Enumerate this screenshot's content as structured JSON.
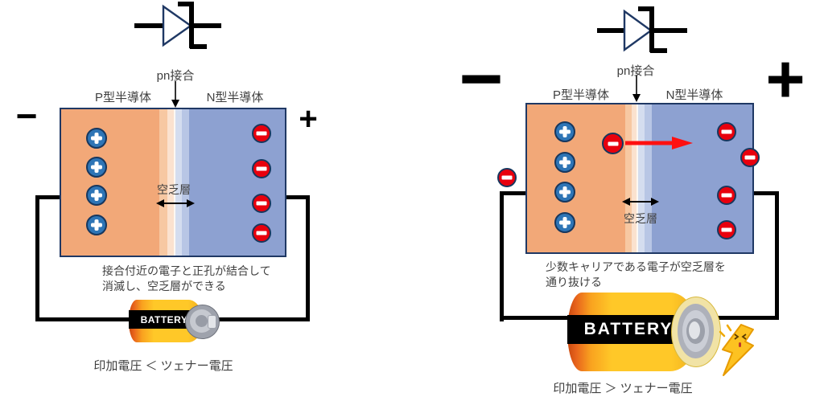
{
  "left": {
    "pn_junction_label": "pn接合",
    "p_type_label": "P型半導体",
    "n_type_label": "N型半導体",
    "minus_terminal": "−",
    "plus_terminal": "+",
    "depletion_label": "空乏層",
    "note_line1": "接合付近の電子と正孔が結合して",
    "note_line2": "消滅し、空乏層ができる",
    "battery_text": "BATTERY",
    "caption": "印加電圧 ＜ ツェナー電圧"
  },
  "right": {
    "pn_junction_label": "pn接合",
    "p_type_label": "P型半導体",
    "n_type_label": "N型半導体",
    "minus_terminal": "−",
    "plus_terminal": "+",
    "depletion_label": "空乏層",
    "note_line1": "少数キャリアである電子が空乏層を",
    "note_line2": "通り抜ける",
    "battery_text": "BATTERY",
    "caption": "印加電圧 ＞ ツェナー電圧"
  },
  "colors": {
    "p_region": "#F2A878",
    "p_stripe": "#F7C8A2",
    "p_stripe_light": "#FBE2CF",
    "n_stripe_light": "#D4DDEF",
    "n_stripe": "#B8C6E5",
    "n_region": "#8DA1D1",
    "hole_fill": "#2E75B6",
    "electron_fill": "#E8000D",
    "outline": "#1F3864",
    "wire": "#000000",
    "battery_body": "#FFC828",
    "battery_band": "#000000",
    "flow_arrow": "#FF1010",
    "bolt": "#FDC221"
  }
}
